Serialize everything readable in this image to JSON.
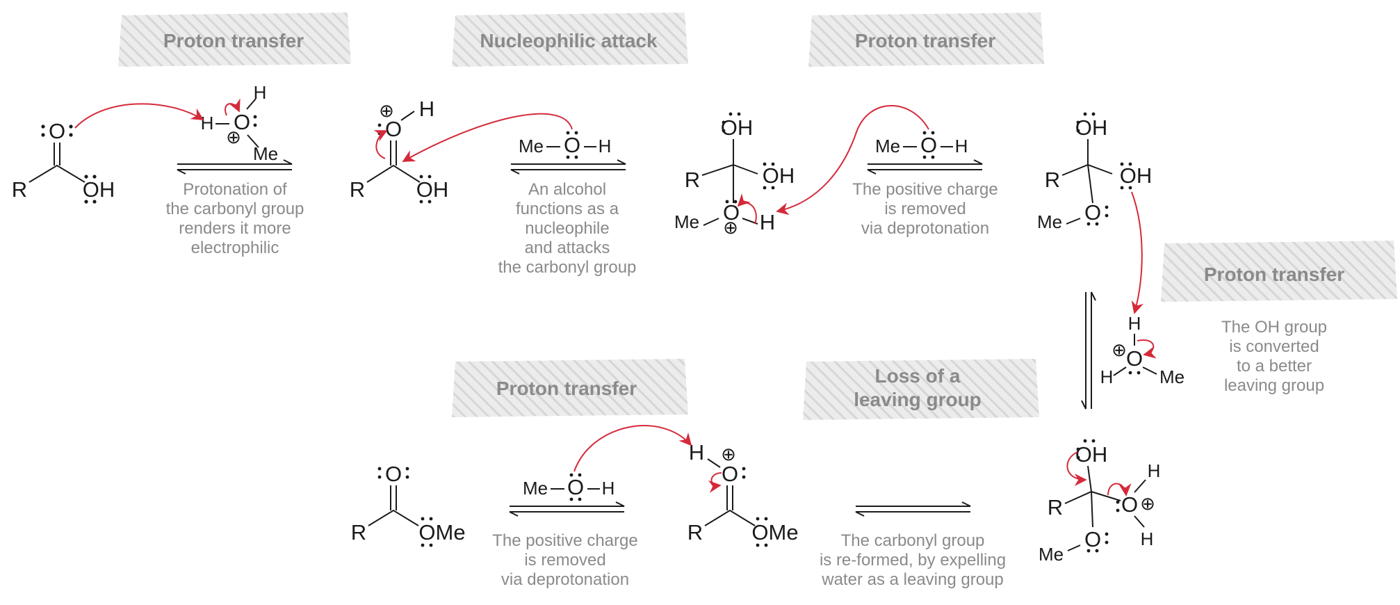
{
  "colors": {
    "arrow": "#d42a3a",
    "label_bg": "#e2e2e2",
    "label_text": "#8a8a8a",
    "text": "#1a1a1a"
  },
  "steps": {
    "s1": {
      "title": "Proton transfer",
      "desc": [
        "Protonation of",
        "the carbonyl group",
        "renders it more",
        "electrophilic"
      ]
    },
    "s2": {
      "title": "Nucleophilic attack",
      "desc": [
        "An alcohol",
        "functions as a",
        "nucleophile",
        "and attacks",
        "the carbonyl group"
      ]
    },
    "s3": {
      "title": "Proton transfer",
      "desc": [
        "The positive charge",
        "is removed",
        "via deprotonation"
      ]
    },
    "s4": {
      "title": "Proton transfer",
      "desc": [
        "The OH group",
        "is converted",
        "to a better",
        "leaving group"
      ]
    },
    "s5": {
      "title": [
        "Loss of a",
        "leaving group"
      ],
      "desc": [
        "The carbonyl group",
        "is re-formed, by expelling",
        "water as a leaving group"
      ]
    },
    "s6": {
      "title": "Proton transfer",
      "desc": [
        "The positive charge",
        "is removed",
        "via deprotonation"
      ]
    }
  },
  "atoms": {
    "O": "O",
    "H": "H",
    "R": "R",
    "Me": "Me",
    "OH": "OH",
    "OMe": "OMe",
    "plus": "⊕"
  }
}
